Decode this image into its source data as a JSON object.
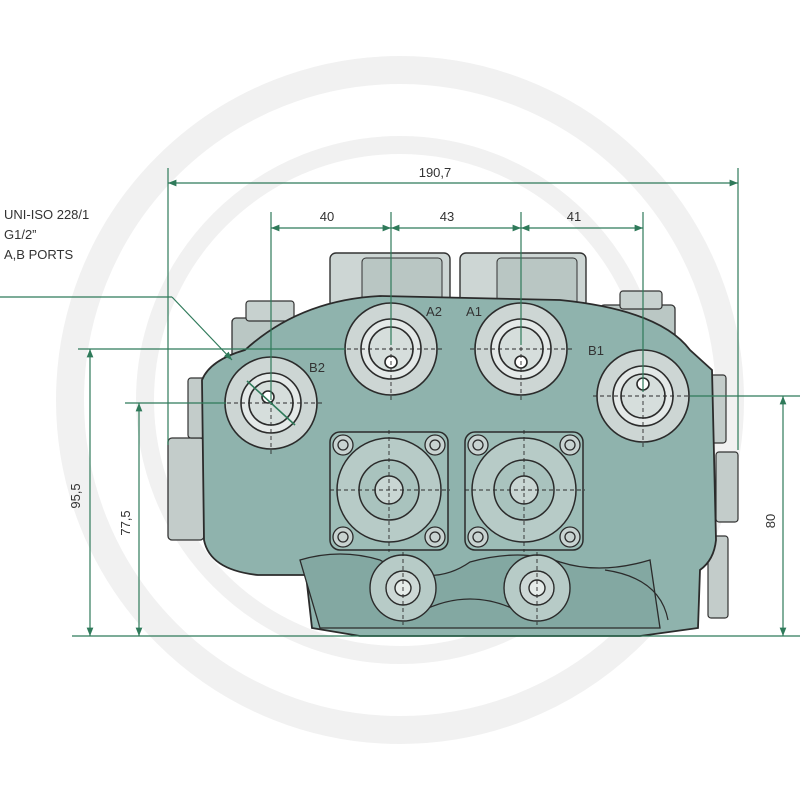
{
  "note": {
    "line1": "UNI-ISO 228/1",
    "line2": "G1/2”",
    "line3": "A,B PORTS"
  },
  "dimensions": {
    "overall_width": "190,7",
    "pitch_1": "40",
    "pitch_2": "43",
    "pitch_3": "41",
    "height_left_outer": "95,5",
    "height_left_inner": "77,5",
    "height_right": "80"
  },
  "ports": {
    "a2": "A2",
    "a1": "A1",
    "b2": "B2",
    "b1": "B1"
  },
  "colors": {
    "dimension_line": "#2f7a5a",
    "body_fill": "#8fb3ad",
    "body_dark": "#6f9893",
    "port_fill": "#dfe5e3",
    "watermark": "#f2f2f2"
  }
}
